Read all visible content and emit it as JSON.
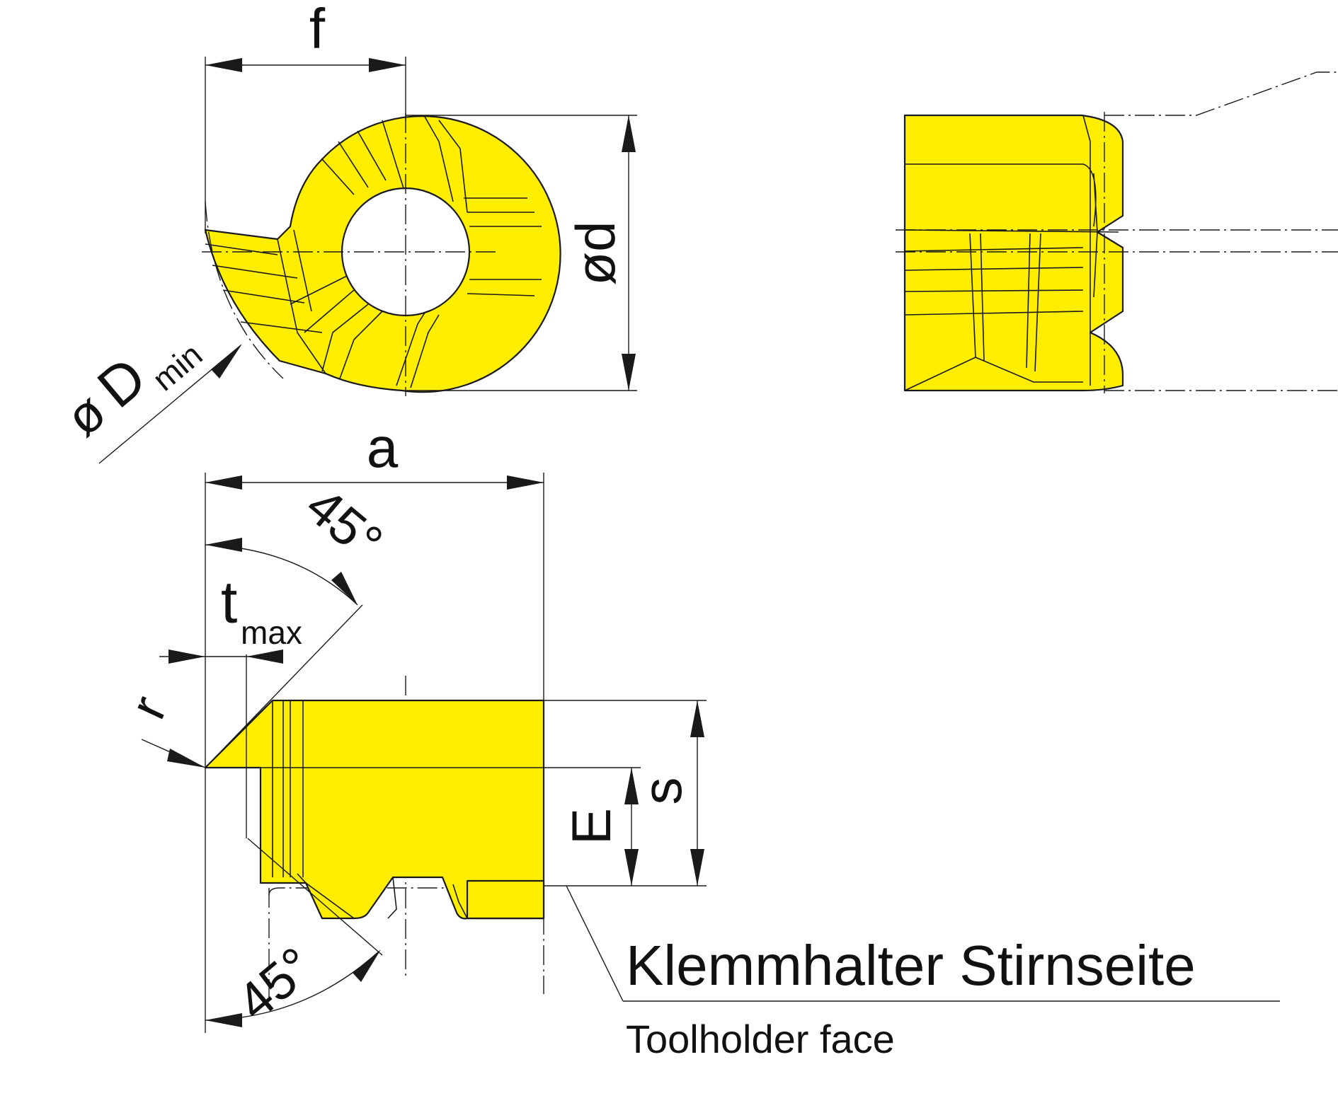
{
  "labels": {
    "f": "f",
    "d": "ød",
    "dmin_symbol": "ø",
    "dmin_D": "D",
    "dmin_sub": "min",
    "a": "a",
    "angle_top": "45°",
    "angle_bottom": "45°",
    "t_main": "t",
    "t_sub": "max",
    "r": "r",
    "s": "s",
    "E": "E"
  },
  "caption": {
    "de": "Klemmhalter Stirnseite",
    "en": "Toolholder face"
  },
  "colors": {
    "insert_fill": "#ffee00",
    "line": "#1a1a1a"
  }
}
